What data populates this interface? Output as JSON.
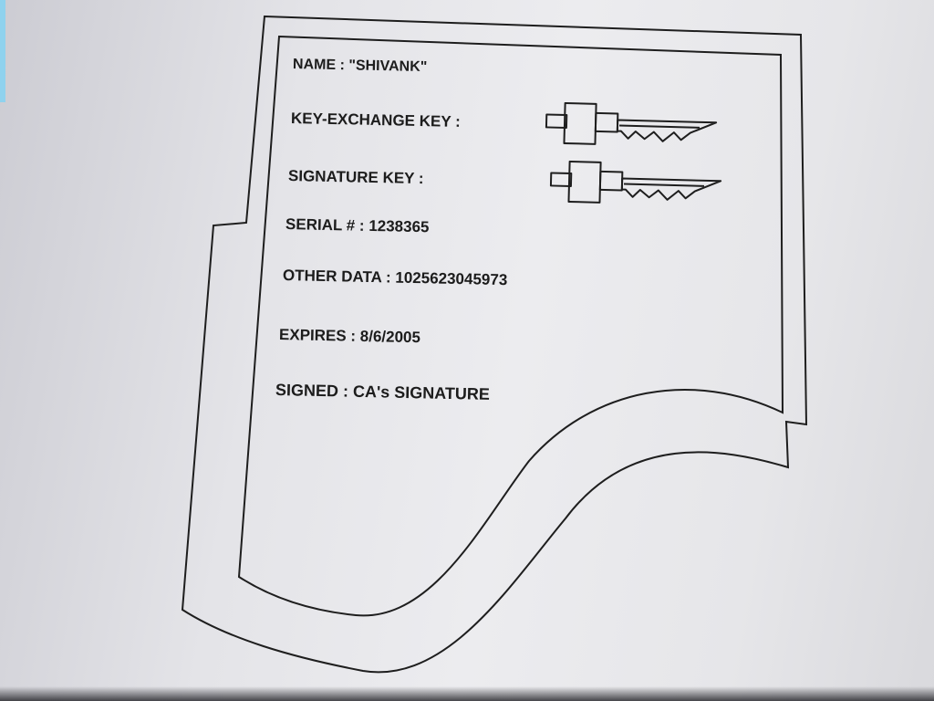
{
  "certificate": {
    "fields": {
      "name": "NAME : \"SHIVANK\"",
      "key_exchange_key": "KEY-EXCHANGE KEY :",
      "signature_key": "SIGNATURE KEY :",
      "serial": "SERIAL # : 1238365",
      "other_data": "OTHER DATA : 1025623045973",
      "expires": "EXPIRES : 8/6/2005",
      "signed": "SIGNED : CA's SIGNATURE"
    },
    "icons": {
      "key_exchange": "key-icon",
      "signature": "key-icon"
    }
  },
  "colors": {
    "line": "#1e1e1e",
    "accent": "#8fd2ee"
  }
}
